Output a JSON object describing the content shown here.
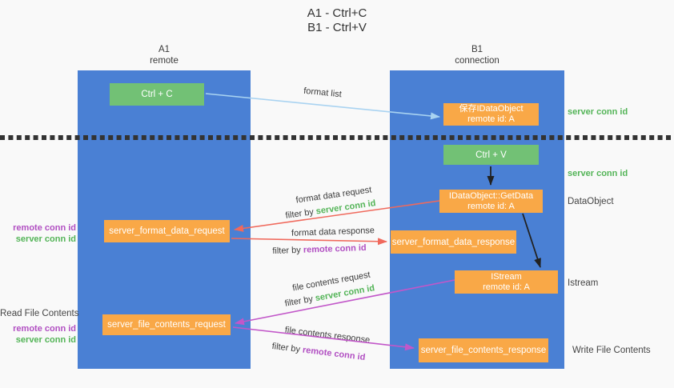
{
  "title": {
    "line1": "A1 - Ctrl+C",
    "line2": "B1 - Ctrl+V"
  },
  "columns": {
    "a1": {
      "name": "A1",
      "subtitle": "remote"
    },
    "b1": {
      "name": "B1",
      "subtitle": "connection"
    }
  },
  "nodes": {
    "ctrl_c": {
      "label": "Ctrl + C"
    },
    "ctrl_v": {
      "label": "Ctrl + V"
    },
    "save_dataobject": {
      "line1": "保存IDataObject",
      "line2": "remote id: A"
    },
    "getdata": {
      "line1": "IDataObject::GetData",
      "line2": "remote id: A"
    },
    "istream": {
      "line1": "IStream",
      "line2": "remote id: A"
    },
    "format_request": {
      "label": "server_format_data_request"
    },
    "format_response": {
      "label": "server_format_data_response"
    },
    "file_request": {
      "label": "server_file_contents_request"
    },
    "file_response": {
      "label": "server_file_contents_response"
    }
  },
  "arrow_labels": {
    "format_list": "format list",
    "format_data_request": "format data request",
    "format_data_response": "format data response",
    "file_contents_request": "file contents request",
    "file_contents_response": "file contents response",
    "filter_by": "filter by",
    "server_conn_id": "server conn id",
    "remote_conn_id": "remote conn id"
  },
  "side_labels": {
    "remote_conn_id": "remote conn id",
    "server_conn_id": "server conn id",
    "read_file_contents": "Read File Contents",
    "write_file_contents": "Write File Contents",
    "dataobject": "DataObject",
    "istream": "Istream"
  },
  "colors": {
    "column_blue": "#4a80d4",
    "node_orange": "#f9a847",
    "node_green": "#72c175",
    "arrow_blue": "#a9d3f1",
    "arrow_red": "#f0695c",
    "arrow_magenta": "#c257c9",
    "arrow_black": "#222222",
    "text_green": "#53b457",
    "text_purple": "#b14fc2",
    "dash_line": "#333333"
  }
}
